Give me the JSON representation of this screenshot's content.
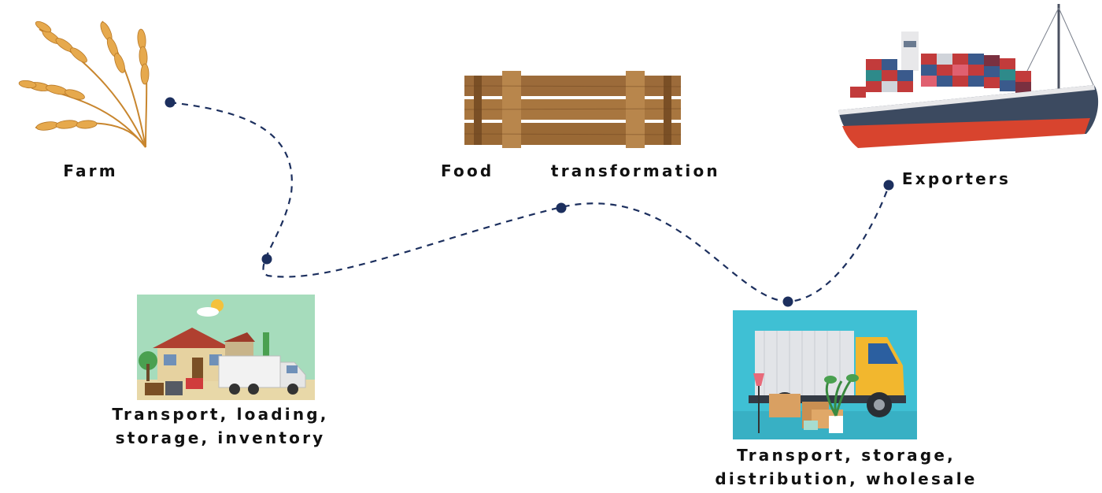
{
  "colors": {
    "path": "#1c2f5e",
    "node": "#1c2f5e",
    "label": "#111111",
    "teal_bg": "#3fc0d4",
    "mint_bg": "#a6dcbc"
  },
  "stages": [
    {
      "label": "Farm",
      "icon": "wheat-icon"
    },
    {
      "label": "Food   transformation",
      "icon": "wooden-crate-icon"
    },
    {
      "label": "Exporters",
      "icon": "cargo-ship-icon"
    },
    {
      "label_line1": "Transport, loading,",
      "label_line2": "storage, inventory",
      "icon": "house-moving-truck-icon"
    },
    {
      "label_line1": "Transport, storage,",
      "label_line2": "distribution, wholesale",
      "icon": "delivery-truck-icon"
    }
  ]
}
